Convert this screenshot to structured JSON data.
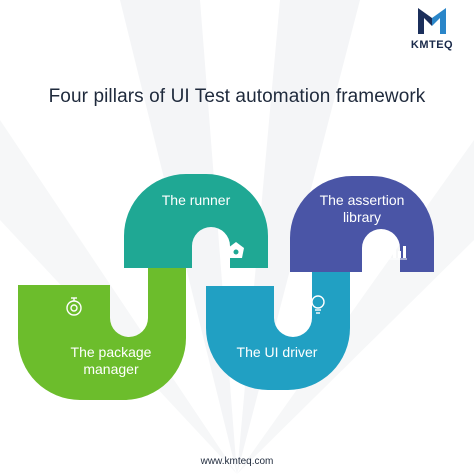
{
  "brand": {
    "name": "KMTEQ"
  },
  "title": "Four pillars of UI Test automation framework",
  "pillars": [
    {
      "label": "The package manager",
      "color": "#6cbd2c",
      "icon": "stopwatch-icon"
    },
    {
      "label": "The runner",
      "color": "#1fa894",
      "icon": "gear-hand-icon"
    },
    {
      "label": "The UI driver",
      "color": "#21a0c3",
      "icon": "lightbulb-icon"
    },
    {
      "label": "The assertion library",
      "color": "#4a55a6",
      "icon": "bar-chart-icon"
    }
  ],
  "footer": {
    "url": "www.kmteq.com"
  }
}
